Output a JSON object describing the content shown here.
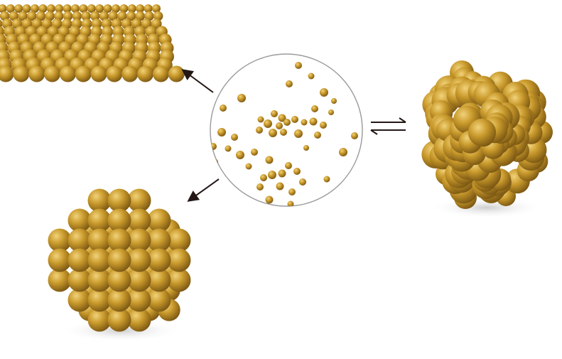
{
  "title": "",
  "colors": {
    "background": "#ffffff",
    "sphere_highlight": "#f1d27a",
    "sphere_mid": "#c99a2c",
    "sphere_dark": "#7a5612",
    "circle_outline": "#9a9a9a",
    "arrow": "#231815",
    "shadow": "#d2d2d2"
  },
  "panels": [
    {
      "id": "dispersed-atoms",
      "kind": "random-gas",
      "position_word": "center"
    },
    {
      "id": "monolayer-film",
      "kind": "ordered-array",
      "position_word": "top-left"
    },
    {
      "id": "crystalline-cluster",
      "kind": "ordered-cluster",
      "position_word": "bottom-left"
    },
    {
      "id": "amorphous-cluster",
      "kind": "disordered-cluster",
      "position_word": "right"
    }
  ],
  "arrows": [
    {
      "id": "arrow-to-film",
      "from": "dispersed-atoms",
      "to": "monolayer-film",
      "style": "single"
    },
    {
      "id": "arrow-to-crystal",
      "from": "dispersed-atoms",
      "to": "crystalline-cluster",
      "style": "single"
    },
    {
      "id": "arrow-equilibrium",
      "from": "dispersed-atoms",
      "to": "amorphous-cluster",
      "style": "equilibrium"
    }
  ]
}
